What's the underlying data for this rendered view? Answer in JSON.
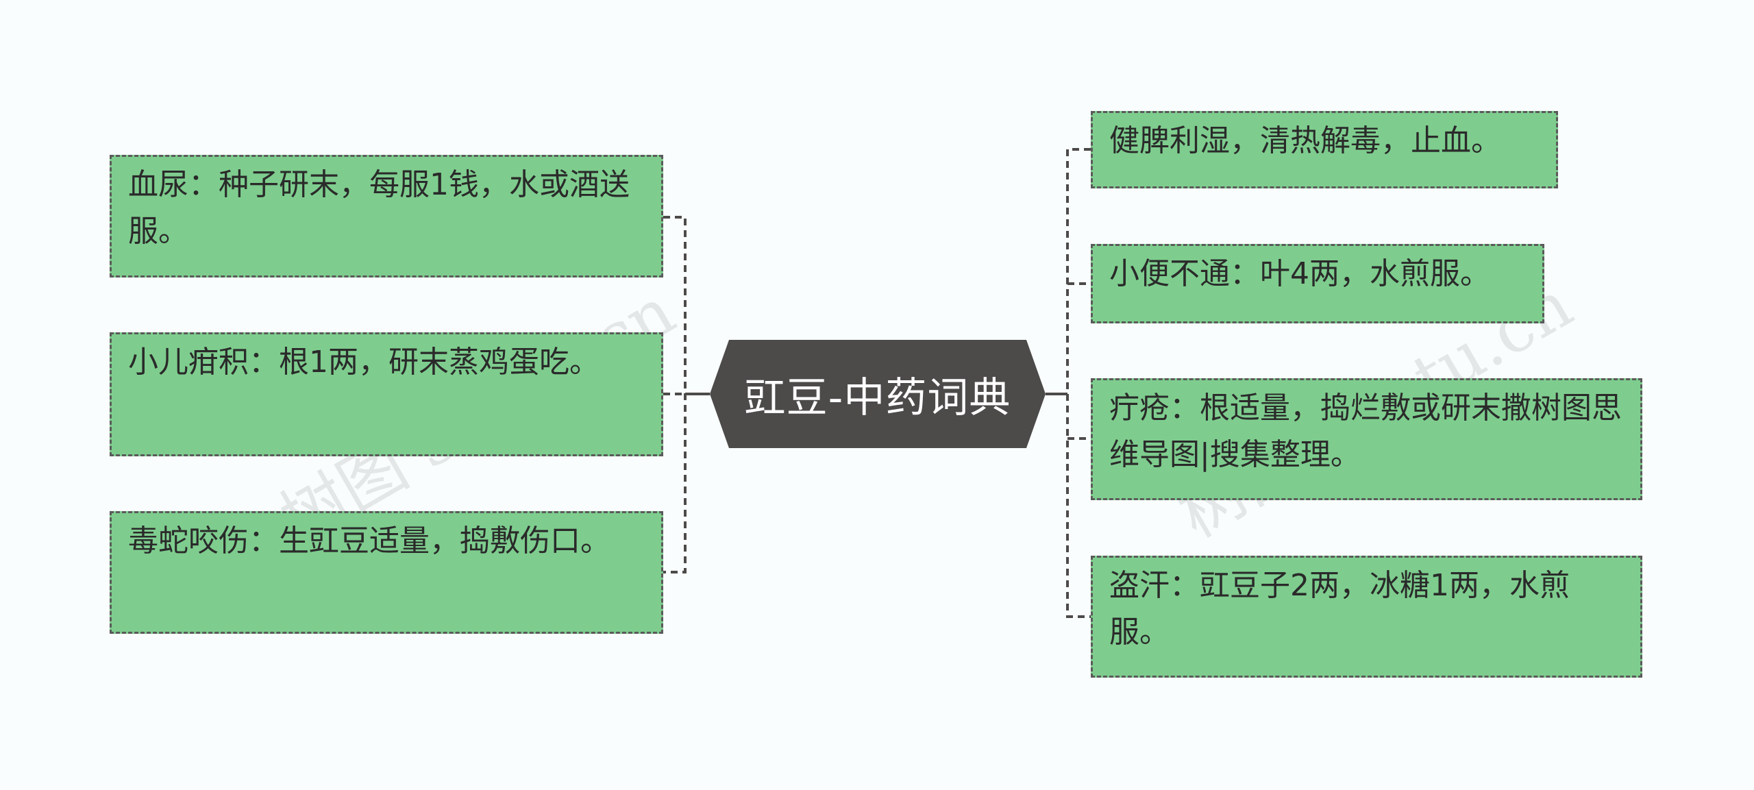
{
  "center": {
    "title": "豇豆-中药词典"
  },
  "left_branches": [
    {
      "text": "血尿：种子研末，每服1钱，水或酒送服。"
    },
    {
      "text": "小儿疳积：根1两，研末蒸鸡蛋吃。"
    },
    {
      "text": "毒蛇咬伤：生豇豆适量，捣敷伤口。"
    }
  ],
  "right_branches": [
    {
      "text": "健脾利湿，清热解毒，止血。"
    },
    {
      "text": "小便不通：叶4两，水煎服。"
    },
    {
      "text": "疔疮：根适量，捣烂敷或研末撒树图思维导图|搜集整理。"
    },
    {
      "text": "盗汗：豇豆子2两，冰糖1两，水煎服。"
    }
  ],
  "watermarks": [
    {
      "text": "树图 shutu.cn"
    },
    {
      "text": "树图 shutu.cn"
    }
  ],
  "colors": {
    "background": "#f9fdfd",
    "node_fill": "#7ecd8e",
    "node_border": "#5a5a5a",
    "center_fill": "#4d4a4a",
    "center_text": "#ffffff",
    "connector": "#4d4a4a"
  }
}
